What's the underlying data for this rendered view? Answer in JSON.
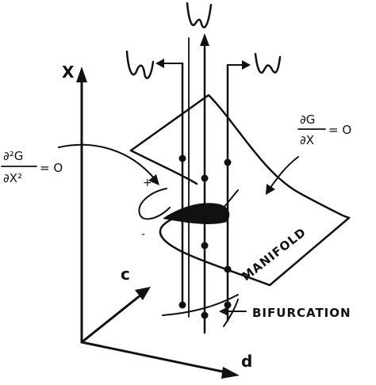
{
  "axes": {
    "x": "X",
    "c": "c",
    "d": "d"
  },
  "labels": {
    "manifold": "MANIFOLD",
    "bifurcation": "BIFURCATION",
    "plus": "+",
    "minus": "-"
  },
  "equations": {
    "first_derivative": {
      "numerator": "∂G",
      "denominator": "∂X",
      "rhs": "= O"
    },
    "second_derivative": {
      "numerator": "∂²G",
      "denominator": "∂X²",
      "rhs": "= O"
    }
  },
  "colors": {
    "ink": "#111111",
    "background": "#ffffff"
  }
}
